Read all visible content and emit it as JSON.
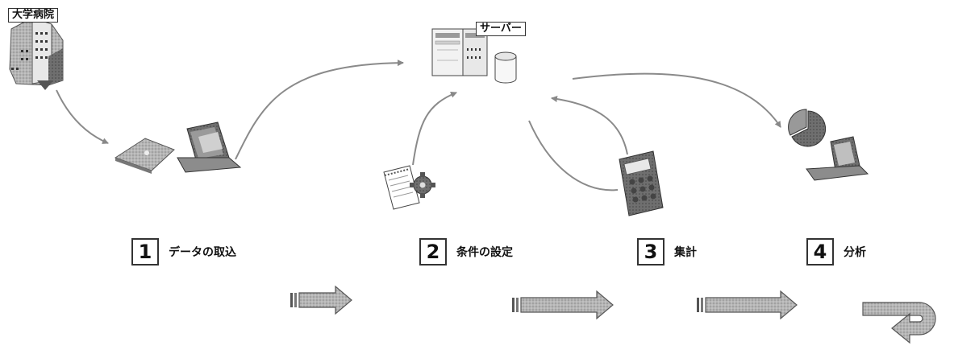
{
  "labels": {
    "hospital": "大学病院",
    "server": "サーバー"
  },
  "steps": [
    {
      "number": "1",
      "text": "データの取込"
    },
    {
      "number": "2",
      "text": "条件の設定"
    },
    {
      "number": "3",
      "text": "集計"
    },
    {
      "number": "4",
      "text": "分析"
    }
  ],
  "icons": {
    "hospital": "hospital-building-icon",
    "data_import": "laptop-data-icon",
    "server": "server-database-icon",
    "conditions": "notepad-gear-icon",
    "aggregation": "calculator-icon",
    "analysis": "pie-chart-laptop-icon"
  },
  "colors": {
    "line": "#888888",
    "arrow_fill": "#a9a9a9",
    "arrow_stroke": "#555555"
  }
}
